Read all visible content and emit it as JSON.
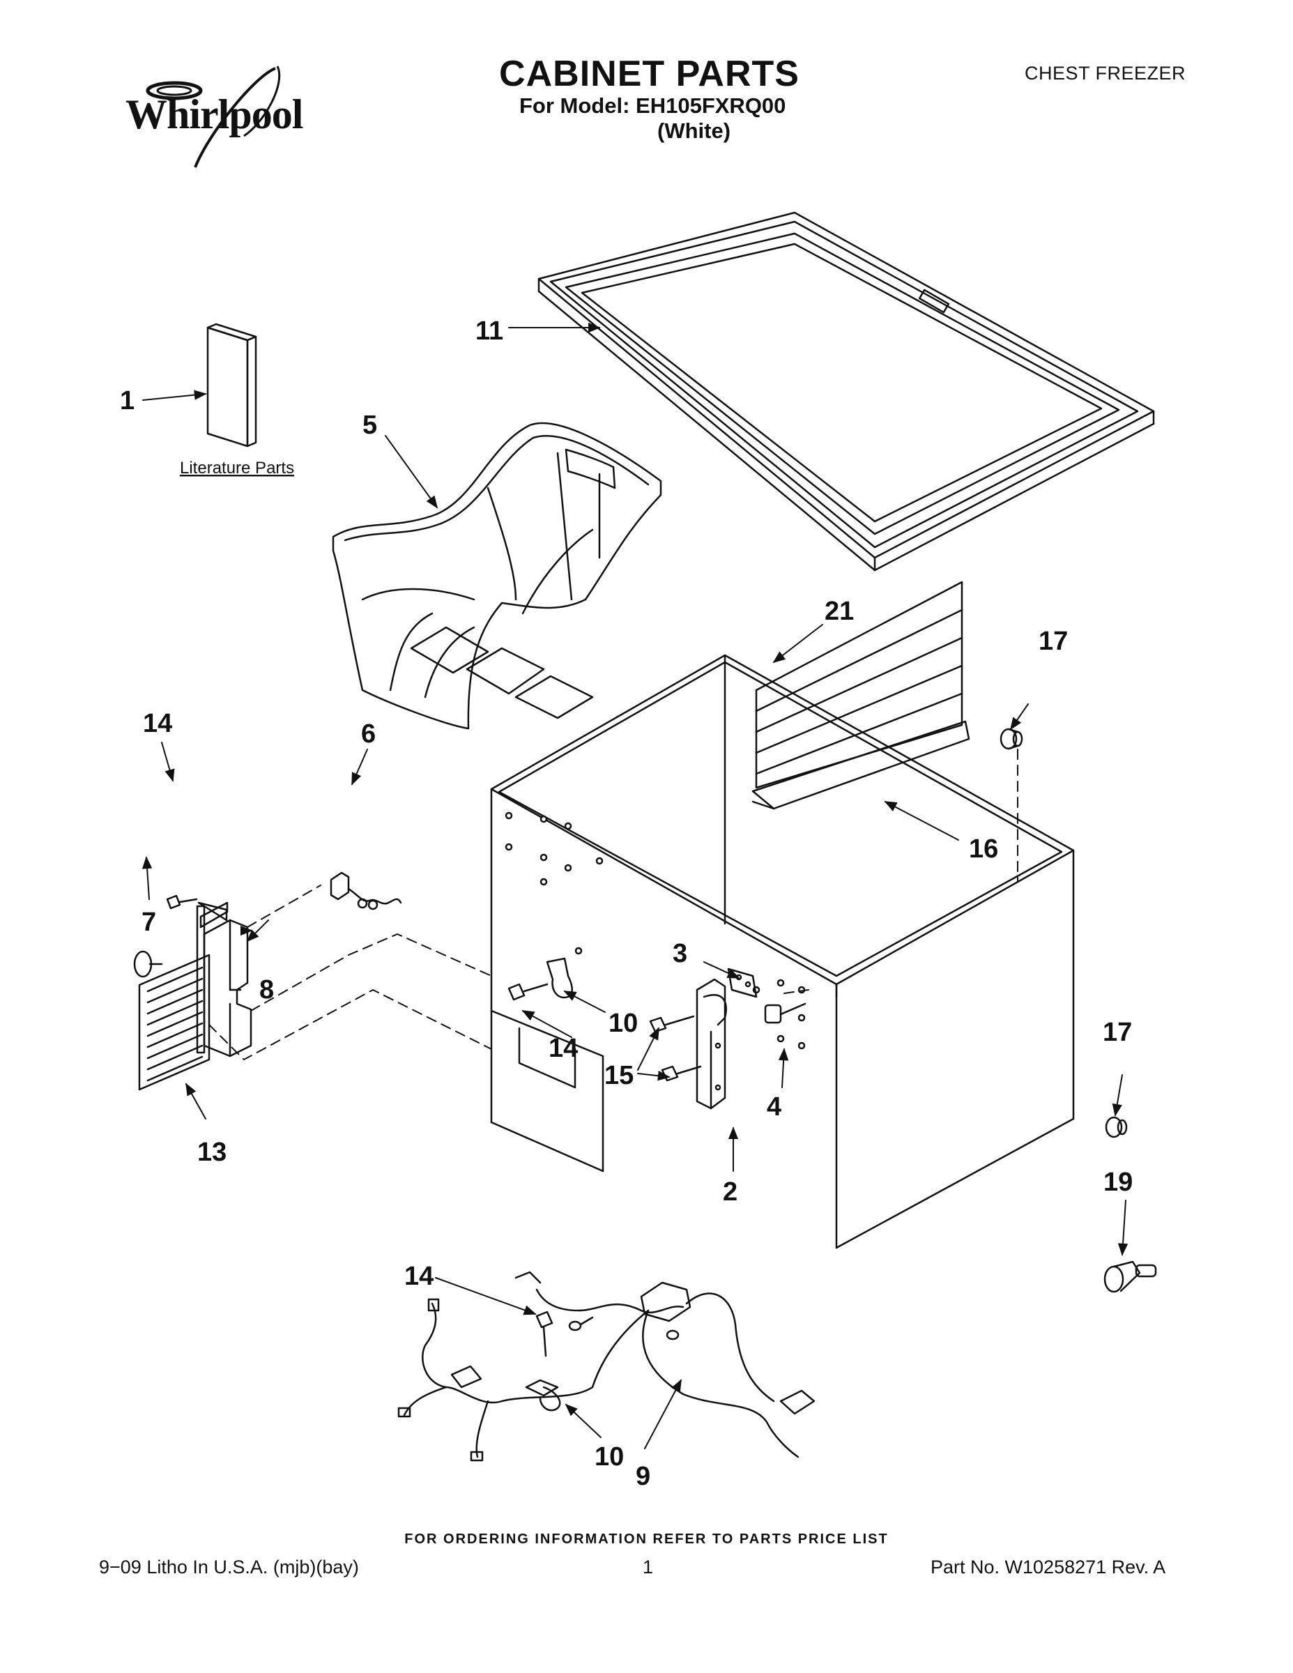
{
  "header": {
    "brand": "Whirlpool",
    "title": "CABINET PARTS",
    "model_line": "For Model: EH105FXRQ00",
    "color_line": "(White)",
    "category": "CHEST FREEZER"
  },
  "diagram": {
    "literature_label": "Literature Parts",
    "callouts": {
      "c1": "1",
      "c2": "2",
      "c3": "3",
      "c4": "4",
      "c5": "5",
      "c6": "6",
      "c7": "7",
      "c8": "8",
      "c9": "9",
      "c10a": "10",
      "c10b": "10",
      "c11": "11",
      "c13": "13",
      "c14a": "14",
      "c14b": "14",
      "c14c": "14",
      "c15": "15",
      "c16": "16",
      "c17a": "17",
      "c17b": "17",
      "c19": "19",
      "c21": "21"
    }
  },
  "footer": {
    "ordering_note": "FOR ORDERING INFORMATION REFER TO PARTS PRICE LIST",
    "litho": "9−09 Litho In U.S.A. (mjb)(bay)",
    "page": "1",
    "part_no": "Part No. W10258271 Rev. A"
  }
}
